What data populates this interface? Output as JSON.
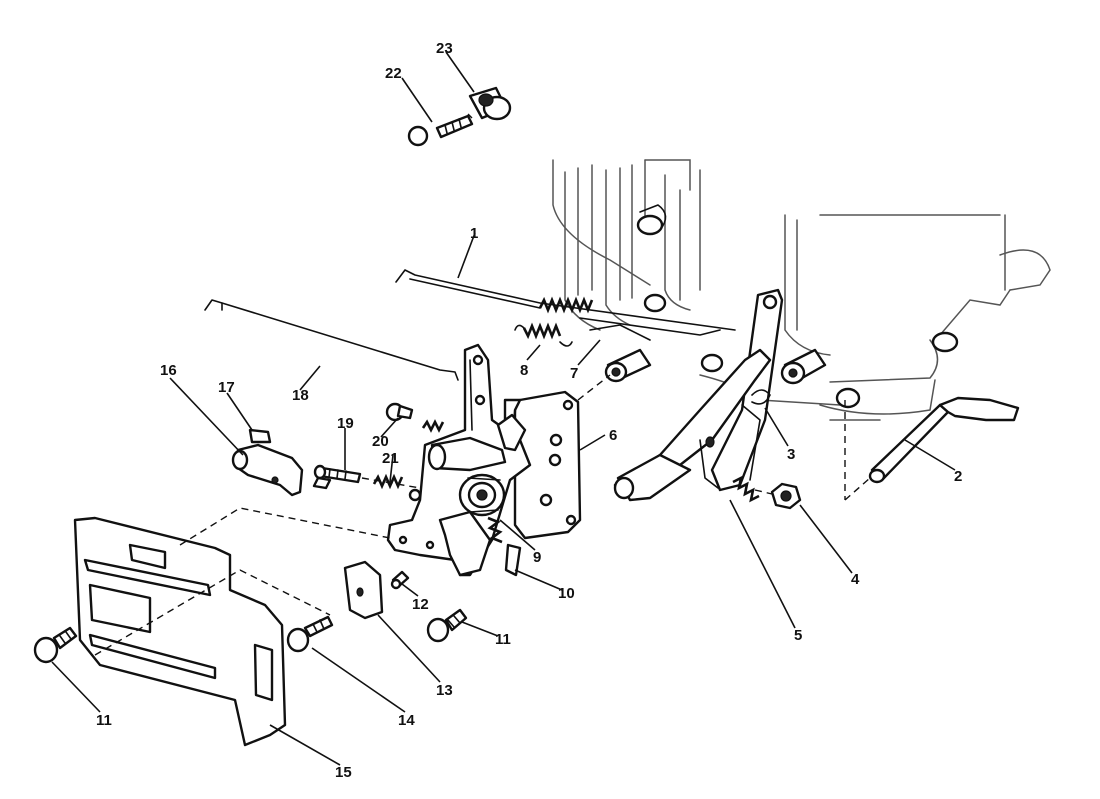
{
  "diagram": {
    "callouts": {
      "c1": "1",
      "c2": "2",
      "c3": "3",
      "c4": "4",
      "c5": "5",
      "c6": "6",
      "c7": "7",
      "c8": "8",
      "c9": "9",
      "c10": "10",
      "c11a": "11",
      "c11b": "11",
      "c12": "12",
      "c13": "13",
      "c14": "14",
      "c15": "15",
      "c16": "16",
      "c17": "17",
      "c18": "18",
      "c19": "19",
      "c20": "20",
      "c21": "21",
      "c22": "22",
      "c23": "23"
    }
  }
}
